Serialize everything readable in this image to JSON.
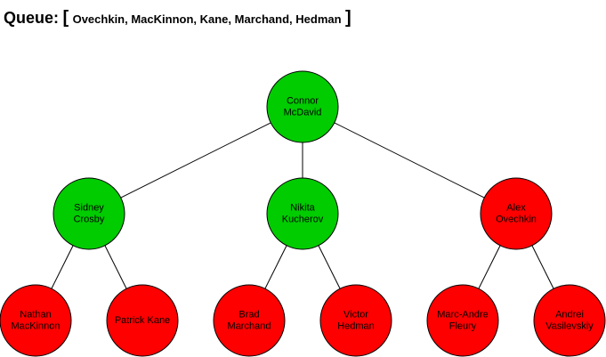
{
  "queue": {
    "label": "Queue:",
    "open_bracket": "[",
    "items_text": "Ovechkin, MacKinnon, Kane, Marchand, Hedman",
    "close_bracket": "]"
  },
  "colors": {
    "visited": "#00cc00",
    "queued": "#ff0000",
    "stroke": "#000000"
  },
  "nodes": [
    {
      "id": "mcdavid",
      "lines": [
        "Connor",
        "McDavid"
      ],
      "status": "visited"
    },
    {
      "id": "crosby",
      "lines": [
        "Sidney",
        "Crosby"
      ],
      "status": "visited"
    },
    {
      "id": "kucherov",
      "lines": [
        "Nikita",
        "Kucherov"
      ],
      "status": "visited"
    },
    {
      "id": "ovechkin",
      "lines": [
        "Alex",
        "Ovechkin"
      ],
      "status": "queued"
    },
    {
      "id": "mackinnon",
      "lines": [
        "Nathan",
        "MacKinnon"
      ],
      "status": "queued"
    },
    {
      "id": "kane",
      "lines": [
        "Patrick Kane"
      ],
      "status": "queued"
    },
    {
      "id": "marchand",
      "lines": [
        "Brad",
        "Marchand"
      ],
      "status": "queued"
    },
    {
      "id": "hedman",
      "lines": [
        "Victor",
        "Hedman"
      ],
      "status": "queued"
    },
    {
      "id": "fleury",
      "lines": [
        "Marc-Andre",
        "Fleury"
      ],
      "status": "queued"
    },
    {
      "id": "vasilevskiy",
      "lines": [
        "Andrei",
        "Vasilevskiy"
      ],
      "status": "queued"
    }
  ],
  "edges": [
    [
      "mcdavid",
      "crosby"
    ],
    [
      "mcdavid",
      "kucherov"
    ],
    [
      "mcdavid",
      "ovechkin"
    ],
    [
      "crosby",
      "mackinnon"
    ],
    [
      "crosby",
      "kane"
    ],
    [
      "kucherov",
      "marchand"
    ],
    [
      "kucherov",
      "hedman"
    ],
    [
      "ovechkin",
      "fleury"
    ],
    [
      "ovechkin",
      "vasilevskiy"
    ]
  ]
}
